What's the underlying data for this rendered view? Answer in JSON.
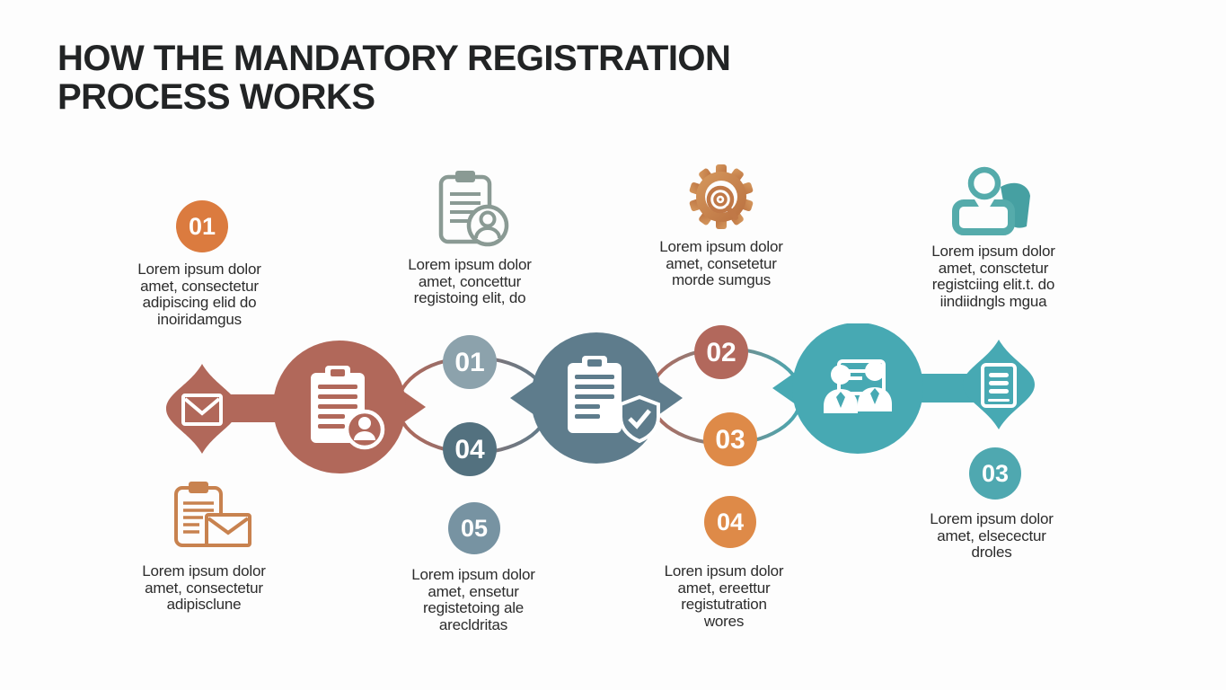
{
  "title": {
    "text": "HOW THE MANDATORY REGISTRATION\nPROCESS WORKS"
  },
  "palette": {
    "orange_badge": "#db7b3f",
    "terracotta": "#b1685a",
    "slate": "#5e7c8c",
    "teal": "#47a9b3",
    "slate_light_badge": "#8ca2ac",
    "slate_dark_badge": "#53717f",
    "brick_badge": "#b2685c",
    "amber_badge": "#de8a48",
    "steel_badge": "#7793a2",
    "teal_badge": "#4fa8b0",
    "icon_gray": "#8a9a94",
    "icon_orange": "#c8824f",
    "icon_teal": "#55abab",
    "text_color": "#2c2c2c"
  },
  "top_row": [
    {
      "badge": "01",
      "text": "Lorem ipsum dolor\namet, consectetur\nadipiscing elid do\ninoiridamgus"
    },
    {
      "icon": "clipboard-person-icon",
      "text": "Lorem ipsum dolor\namet, concettur\nregistoing elit, do"
    },
    {
      "icon": "gear-search-icon",
      "text": "Lorem ipsum dolor\namet, consetetur\nmorde sumgus"
    },
    {
      "icon": "person-icon",
      "text": "Lorem ipsum dolor\namet, consctetur\nregistciing elit.t. do\niindiidngls mgua"
    }
  ],
  "chain": {
    "badge_top_left": "01",
    "badge_bottom_left": "04",
    "badge_top_right": "02",
    "badge_bottom_right": "03"
  },
  "bottom_row": [
    {
      "icon": "clipboard-mail-icon",
      "text": "Lorem ipsum dolor\namet, consectetur\nadipisclune"
    },
    {
      "badge": "05",
      "text": "Lorem ipsum dolor\namet, ensetur\nregistetoing ale\narecldritas"
    },
    {
      "badge": "04",
      "text": "Loren ipsum dolor\namet, ereettur\nregistutration\nwores"
    },
    {
      "badge": "03",
      "text": "Lorem ipsum dolor\namet, elsecectur\ndroles"
    }
  ]
}
